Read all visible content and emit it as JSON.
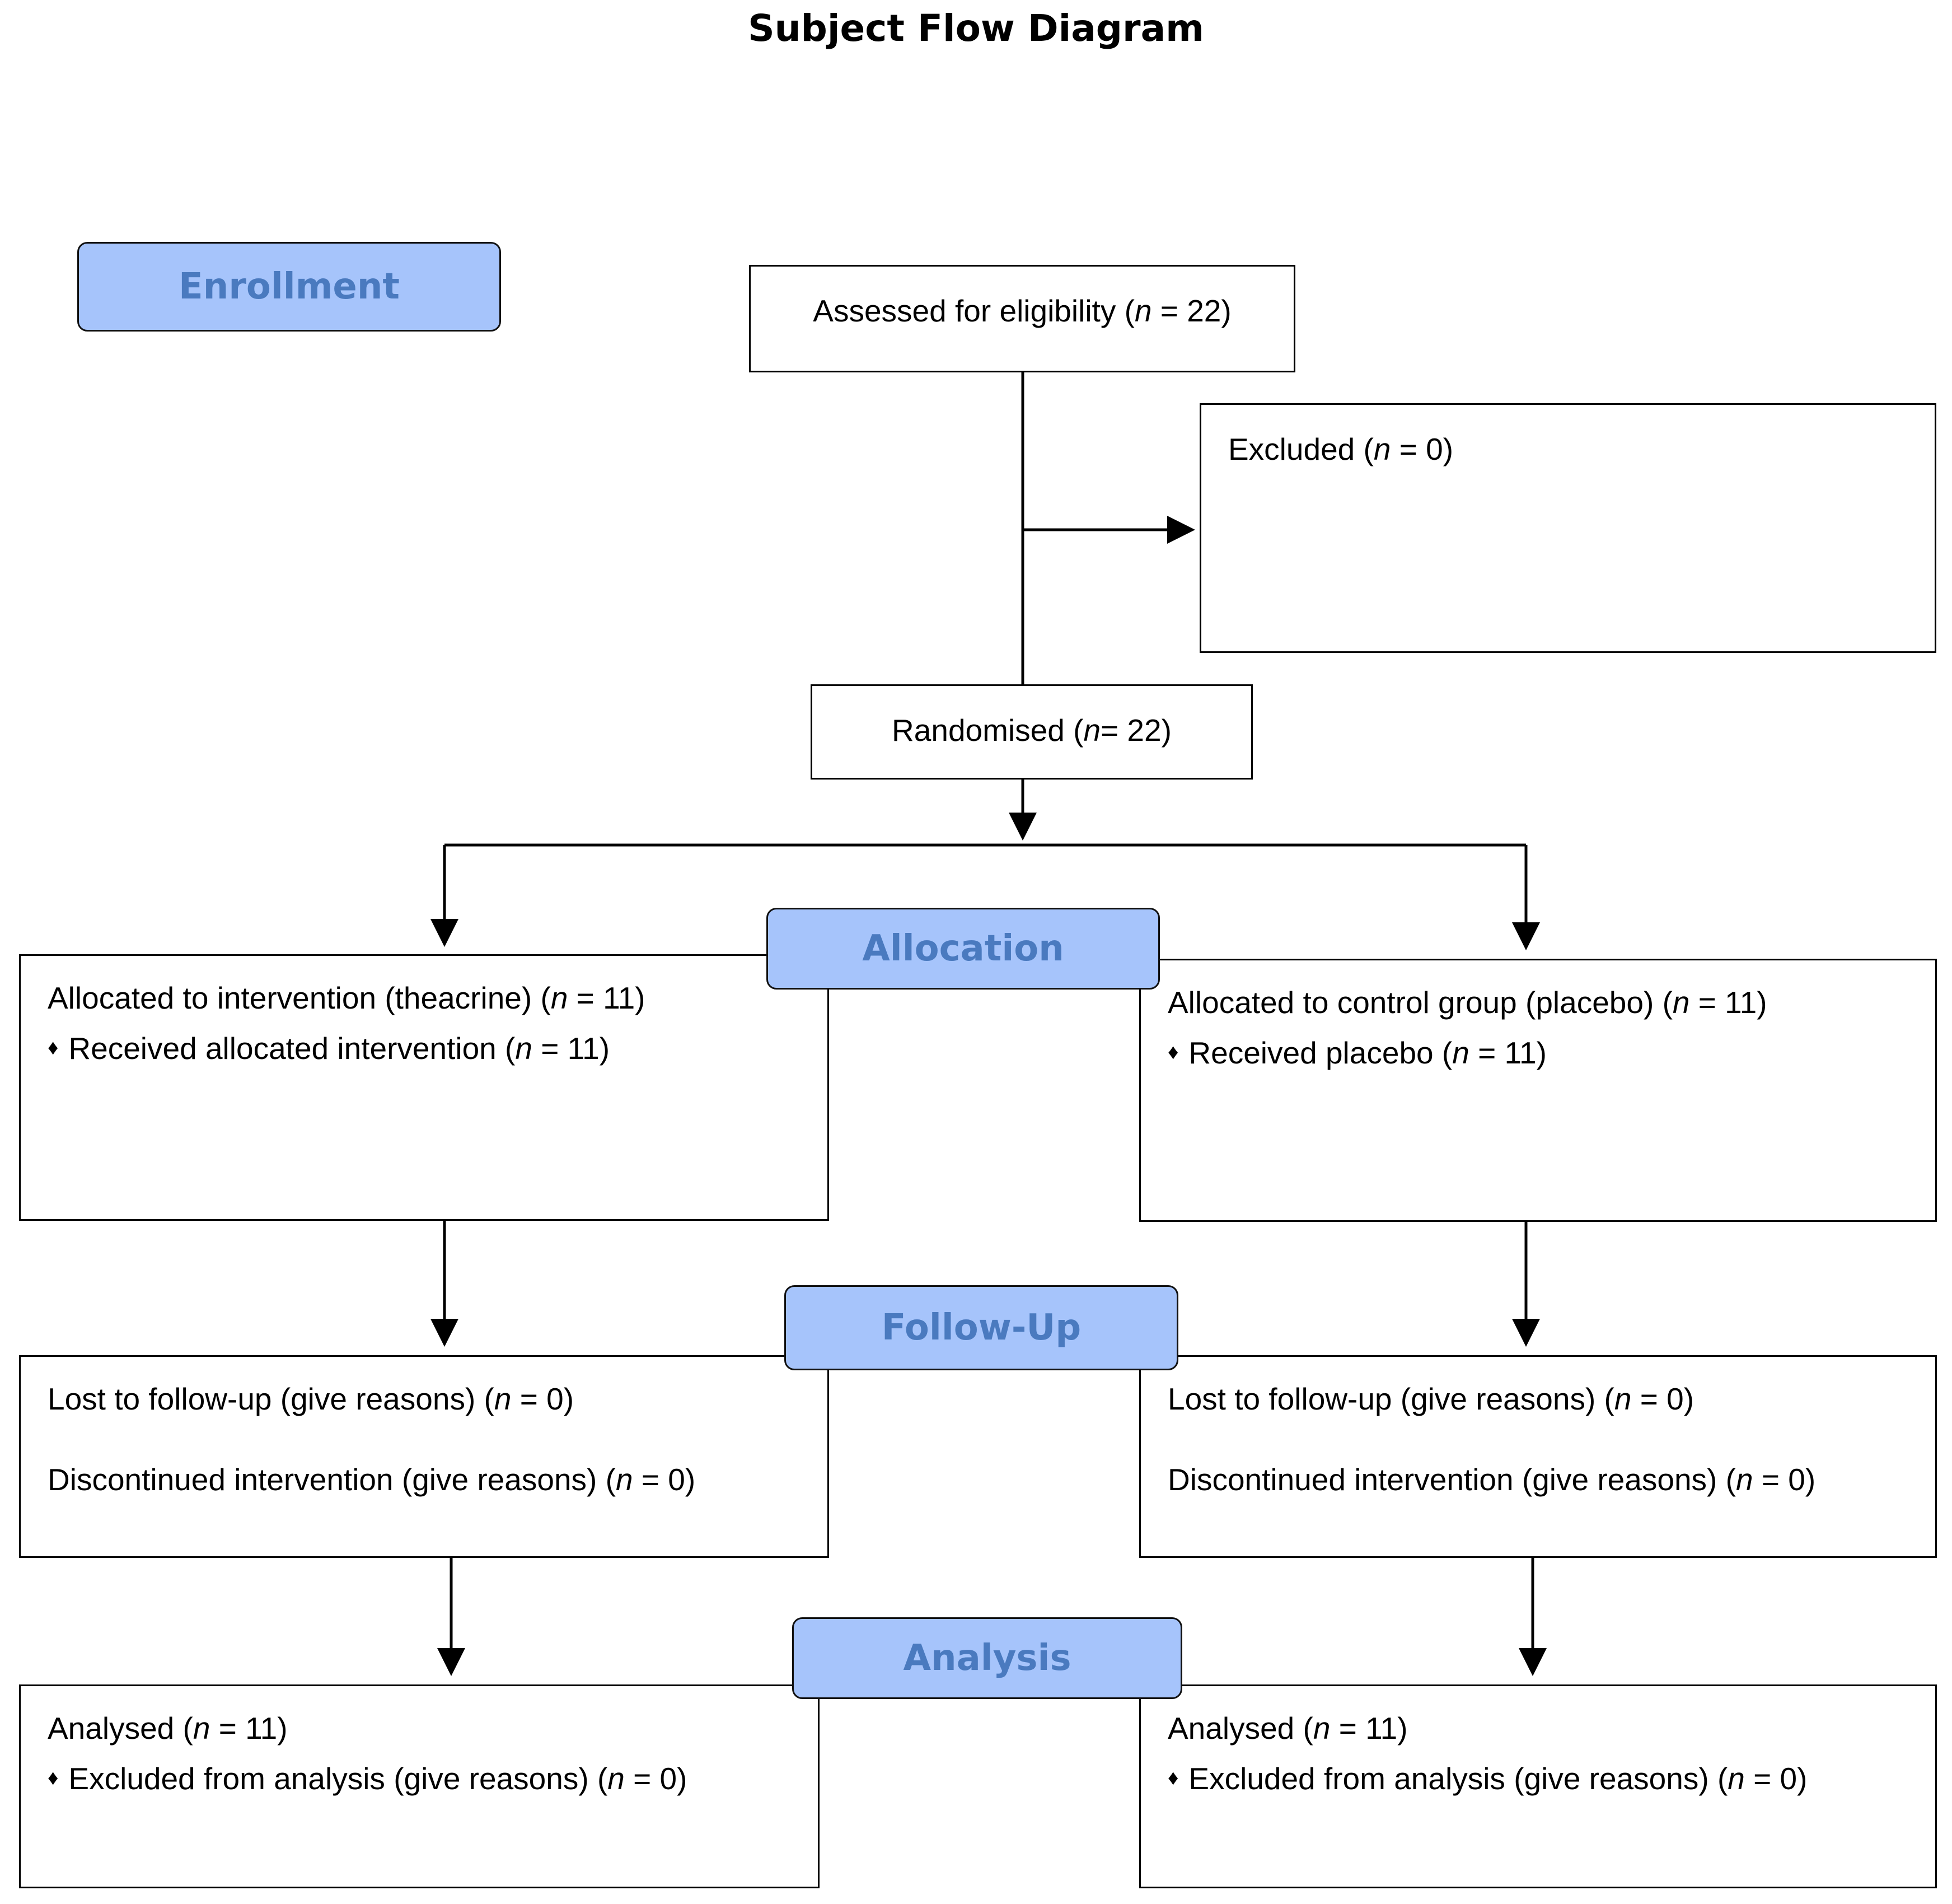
{
  "title": "Subject Flow Diagram",
  "stages": {
    "enrollment": "Enrollment",
    "allocation": "Allocation",
    "followup": "Follow-Up",
    "analysis": "Analysis"
  },
  "n_symbol": "n",
  "bullet": "♦",
  "assessed": {
    "pre": "Assessed for eligibility (",
    "post": " = 22)"
  },
  "excluded": {
    "pre": "Excluded  (",
    "post": " = 0)"
  },
  "randomised": {
    "pre": "Randomised (",
    "post": "= 22)"
  },
  "intervention": {
    "allocated": {
      "pre": "Allocated to intervention (theacrine) (",
      "post": " = 11)"
    },
    "received": {
      "pre": "Received allocated intervention (",
      "post": " = 11)"
    },
    "lost": {
      "pre": "Lost to follow-up (give reasons) (",
      "post": " = 0)"
    },
    "discontinued": {
      "pre": "Discontinued intervention (give reasons) (",
      "post": " = 0)"
    },
    "analysed": {
      "pre": "Analysed  (",
      "post": " = 11)"
    },
    "excluded_analysis": {
      "pre": "Excluded from analysis (give reasons) (",
      "post": " = 0)"
    }
  },
  "control": {
    "allocated": {
      "pre": "Allocated to control group (placebo) (",
      "post": " = 11)"
    },
    "received": {
      "pre": "Received placebo (",
      "post": " = 11)"
    },
    "lost": {
      "pre": "Lost to follow-up (give reasons) (",
      "post": " = 0)"
    },
    "discontinued": {
      "pre": "Discontinued intervention (give reasons) (",
      "post": " = 0)"
    },
    "analysed": {
      "pre": "Analysed  (",
      "post": " = 11)"
    },
    "excluded_analysis": {
      "pre": "Excluded from analysis (give reasons) (",
      "post": " = 0)"
    }
  },
  "colors": {
    "stage_fill": "#a6c4fb",
    "stage_text": "#4a7abf"
  }
}
